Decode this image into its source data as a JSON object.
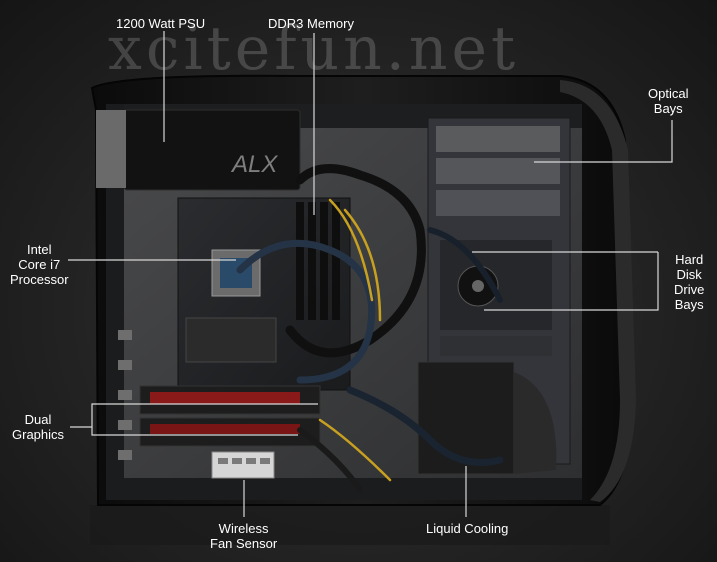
{
  "watermark": "xcitefun.net",
  "case_logo": "ALX",
  "callouts": {
    "psu": "1200 Watt PSU",
    "memory": "DDR3 Memory",
    "optical": [
      "Optical",
      "Bays"
    ],
    "processor": [
      "Intel",
      "Core i7",
      "Processor"
    ],
    "hdd": [
      "Hard",
      "Disk",
      "Drive",
      "Bays"
    ],
    "graphics": [
      "Dual",
      "Graphics"
    ],
    "wireless": [
      "Wireless",
      "Fan Sensor"
    ],
    "cooling": "Liquid Cooling"
  },
  "colors": {
    "background": "#232323",
    "case_shell": "#141414",
    "chassis": "#3f4042",
    "gpu_red": "#8a1a1a",
    "label_text": "#ffffff",
    "leader_line": "#d8d8d8"
  }
}
